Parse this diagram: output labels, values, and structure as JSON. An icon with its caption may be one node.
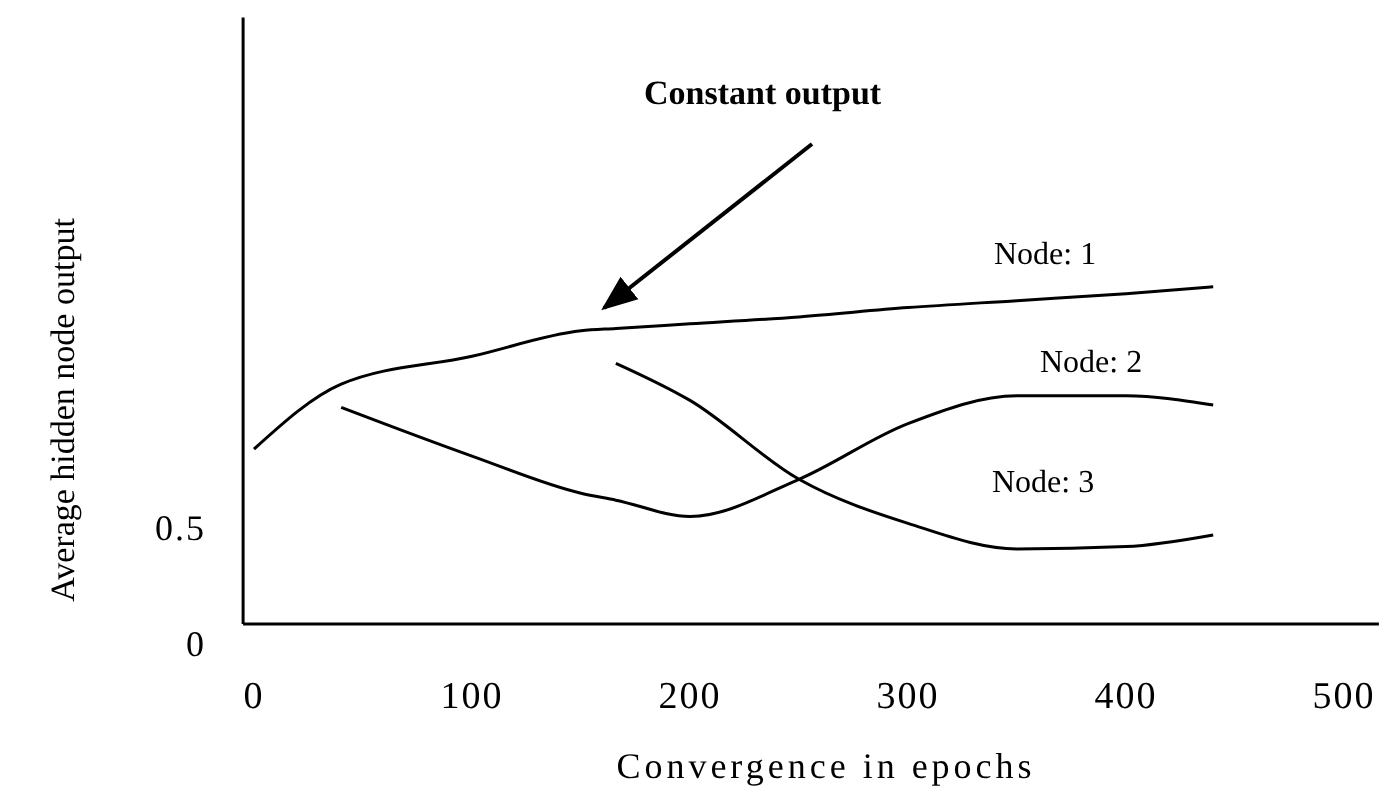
{
  "diagram": {
    "chart_data": {
      "type": "line",
      "xlabel": "Convergence in epochs",
      "ylabel": "Average hidden node output",
      "x": [
        0,
        40,
        100,
        150,
        166,
        200,
        250,
        300,
        350,
        400,
        440
      ],
      "series": [
        {
          "name": "Node: 1",
          "color": "#000000",
          "values": [
            0.84,
            1.12,
            1.24,
            1.35,
            1.36,
            1.38,
            1.41,
            1.45,
            1.48,
            1.51,
            1.54
          ]
        },
        {
          "name": "Node: 2",
          "color": "#000000",
          "values": [
            null,
            1.02,
            0.81,
            0.65,
            0.62,
            0.55,
            0.71,
            0.95,
            1.07,
            1.07,
            1.03
          ]
        },
        {
          "name": "Node: 3",
          "color": "#000000",
          "values": [
            null,
            null,
            null,
            null,
            1.21,
            1.05,
            0.71,
            0.52,
            0.41,
            0.42,
            0.47
          ]
        }
      ],
      "xlim": [
        -5,
        516
      ],
      "ylim": [
        0,
        2.7
      ],
      "xticks": [
        0,
        100,
        200,
        300,
        400,
        500
      ],
      "yticks": [
        0,
        0.5
      ],
      "annotations": [
        "Constant output"
      ]
    }
  }
}
